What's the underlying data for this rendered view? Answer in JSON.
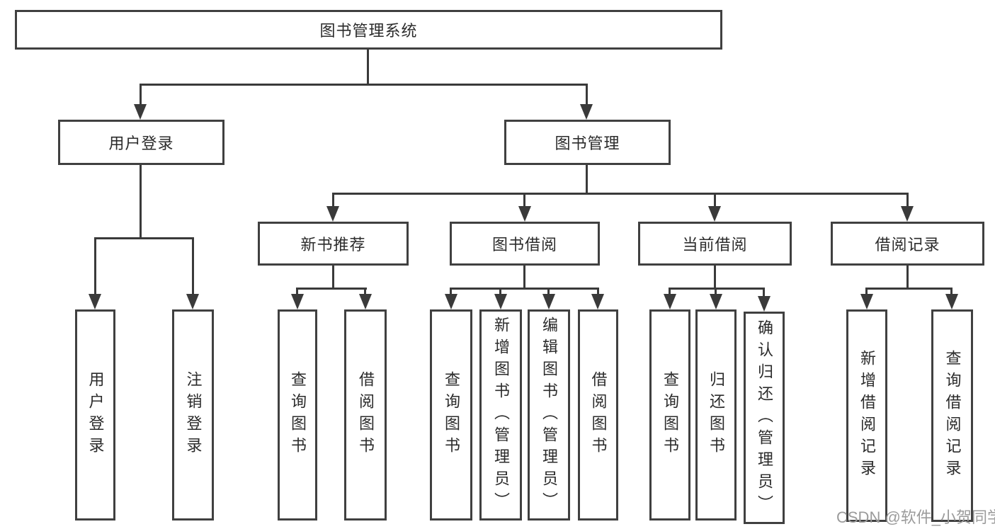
{
  "tree": {
    "root": {
      "label": "图书管理系统"
    },
    "branches": [
      {
        "label": "用户登录",
        "children": [
          {
            "label": "用户登录"
          },
          {
            "label": "注销登录"
          }
        ]
      },
      {
        "label": "图书管理",
        "children": [
          {
            "label": "新书推荐",
            "children": [
              {
                "label": "查询图书"
              },
              {
                "label": "借阅图书"
              }
            ]
          },
          {
            "label": "图书借阅",
            "children": [
              {
                "label": "查询图书"
              },
              {
                "label": "新增图书（管理员）"
              },
              {
                "label": "编辑图书（管理员）"
              },
              {
                "label": "借阅图书"
              }
            ]
          },
          {
            "label": "当前借阅",
            "children": [
              {
                "label": "查询图书"
              },
              {
                "label": "归还图书"
              },
              {
                "label": "确认归还（管理员）"
              }
            ]
          },
          {
            "label": "借阅记录",
            "children": [
              {
                "label": "新增借阅记录"
              },
              {
                "label": "查询借阅记录"
              }
            ]
          }
        ]
      }
    ]
  },
  "watermark": {
    "text": "CSDN @软件_小贺同学"
  },
  "colors": {
    "border": "#404040",
    "line": "#3a3a3a",
    "text": "#2b2b2b",
    "watermark": "#9b9b9b",
    "background": "#ffffff"
  }
}
